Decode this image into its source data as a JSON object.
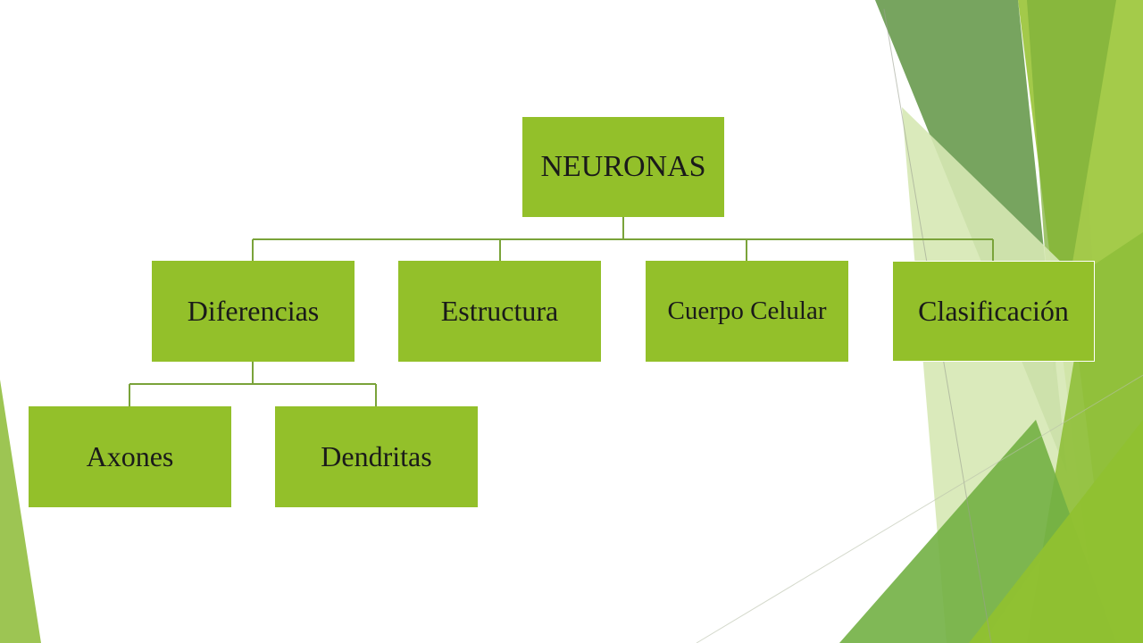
{
  "diagram": {
    "root": {
      "label": "NEURONAS"
    },
    "level1": [
      {
        "label": "Diferencias"
      },
      {
        "label": "Estructura"
      },
      {
        "label": "Cuerpo Celular"
      },
      {
        "label": "Clasificación"
      }
    ],
    "level2": [
      {
        "label": "Axones"
      },
      {
        "label": "Dendritas"
      }
    ]
  },
  "colors": {
    "node_fill": "#93c02a",
    "connector": "#7aa33a",
    "accent_dark": "#5c9a3a",
    "accent_light": "#d6e8b4"
  }
}
